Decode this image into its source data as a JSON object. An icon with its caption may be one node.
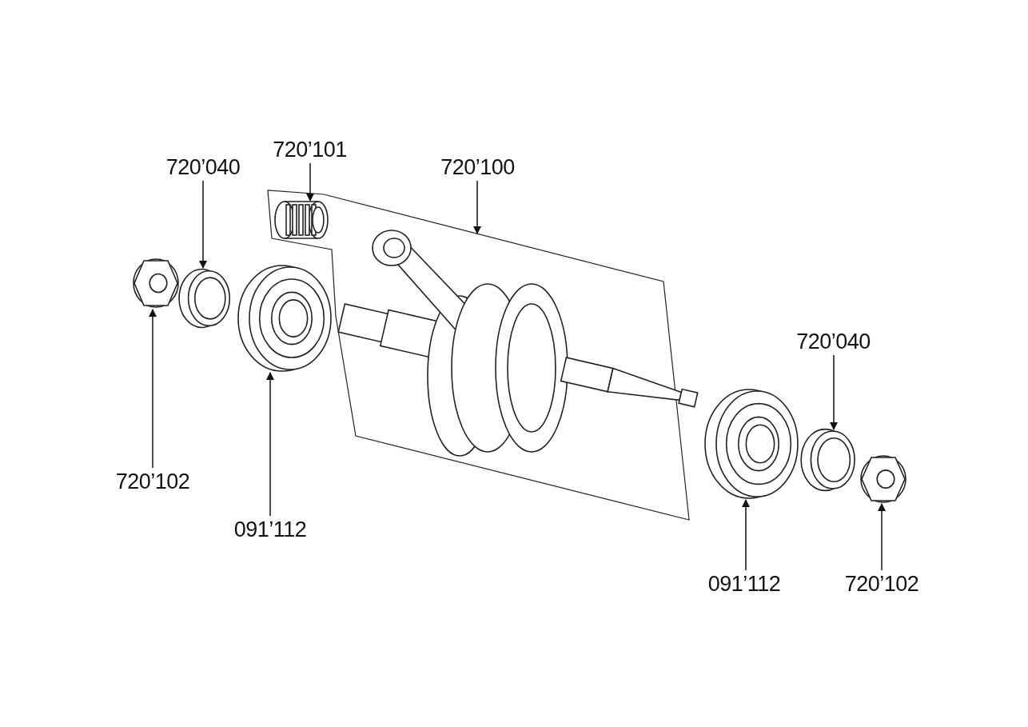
{
  "diagram": {
    "nodes": [
      {
        "text": [
          "720’040"
        ]
      },
      {
        "text": [
          "720’101"
        ]
      },
      {
        "text": [
          "720’100"
        ]
      },
      {
        "text": [
          "720’040"
        ]
      },
      {
        "text": [
          "720’102"
        ]
      },
      {
        "text": [
          "091’112"
        ]
      },
      {
        "text": [
          "091’112"
        ]
      },
      {
        "text": [
          "720’102"
        ]
      },
      {
        "text": [],
        "shape": "picture"
      },
      {
        "text": [],
        "shape": "picture"
      },
      {
        "text": [],
        "shape": "picture"
      },
      {
        "text": [],
        "shape": "box"
      },
      {
        "text": [],
        "shape": "picture",
        "in": 11
      },
      {
        "text": [],
        "shape": "picture",
        "in": 11
      },
      {
        "text": [],
        "shape": "picture"
      },
      {
        "text": [],
        "shape": "picture"
      },
      {
        "text": [],
        "shape": "picture"
      }
    ],
    "edges": [
      {
        "from": 0,
        "to": 9,
        "arrow": "to"
      },
      {
        "from": 1,
        "to": 12,
        "arrow": "to"
      },
      {
        "from": 2,
        "to": 11,
        "arrow": "to"
      },
      {
        "from": 3,
        "to": 15,
        "arrow": "to"
      },
      {
        "from": 4,
        "to": 8,
        "arrow": "to"
      },
      {
        "from": 5,
        "to": 10,
        "arrow": "to"
      },
      {
        "from": 6,
        "to": 14,
        "arrow": "to"
      },
      {
        "from": 7,
        "to": 16,
        "arrow": "to"
      }
    ]
  }
}
